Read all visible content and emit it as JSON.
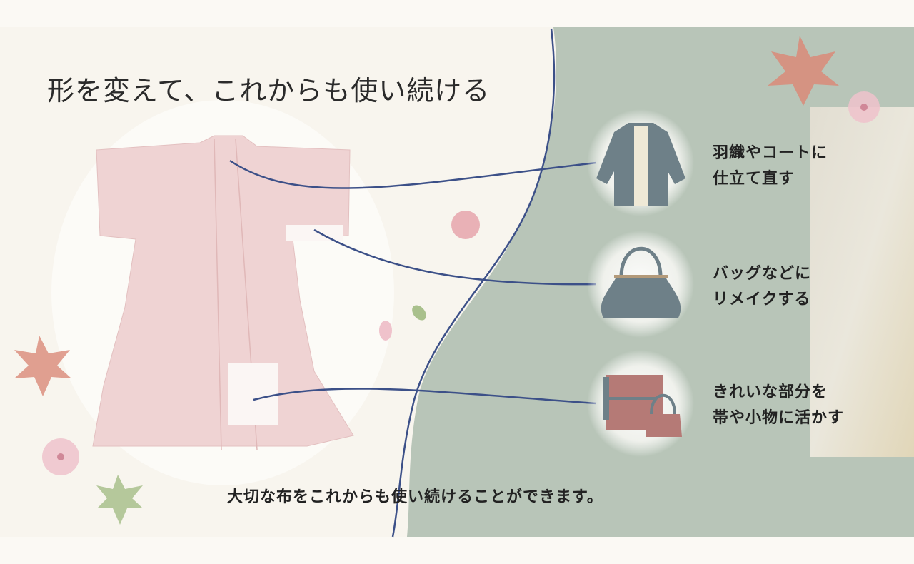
{
  "title": "形を変えて、これからも使い続ける",
  "caption": "大切な布をこれからも使い続けることができます。",
  "items": [
    {
      "icon": "haori-coat-icon",
      "line1": "羽織やコートに",
      "line2": "仕立て直す"
    },
    {
      "icon": "handbag-icon",
      "line1": "バッグなどに",
      "line2": "リメイクする"
    },
    {
      "icon": "obi-and-accessories-icon",
      "line1": "きれいな部分を",
      "line2": "帯や小物に活かす"
    }
  ],
  "colors": {
    "background": "#f8f5ee",
    "green_panel": "#b8c5b8",
    "connector_line": "#3c5088",
    "kimono": "#efd3d3",
    "icon": "#6e8088",
    "accent_rose": "#b57a76"
  }
}
